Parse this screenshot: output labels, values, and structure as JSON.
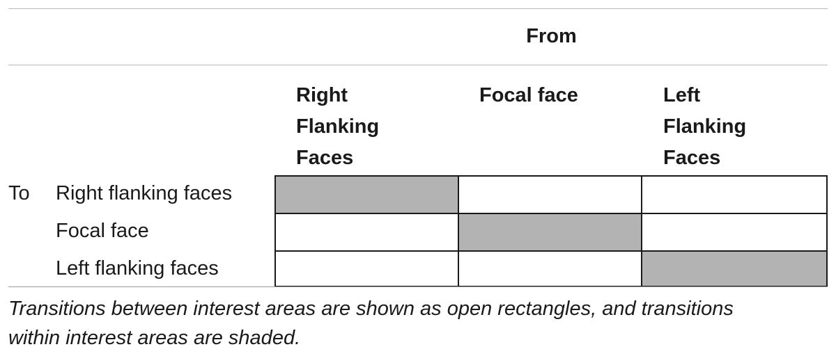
{
  "table": {
    "from_label": "From",
    "to_label": "To",
    "columns": [
      {
        "lines": [
          "Right",
          "Flanking",
          "Faces"
        ]
      },
      {
        "lines": [
          "Focal face"
        ]
      },
      {
        "lines": [
          "Left",
          "Flanking",
          "Faces"
        ]
      }
    ],
    "rows": [
      {
        "label": "Right flanking faces",
        "shaded": [
          true,
          false,
          false
        ]
      },
      {
        "label": "Focal face",
        "shaded": [
          false,
          true,
          false
        ]
      },
      {
        "label": "Left flanking faces",
        "shaded": [
          false,
          false,
          true
        ]
      }
    ],
    "colors": {
      "shaded": "#b3b3b3",
      "open": "#ffffff",
      "border": "#1a1a1a"
    }
  },
  "footnote": {
    "line1": "Transitions between interest areas are shown as open rectangles, and transitions",
    "line2": "within interest areas are shaded."
  }
}
